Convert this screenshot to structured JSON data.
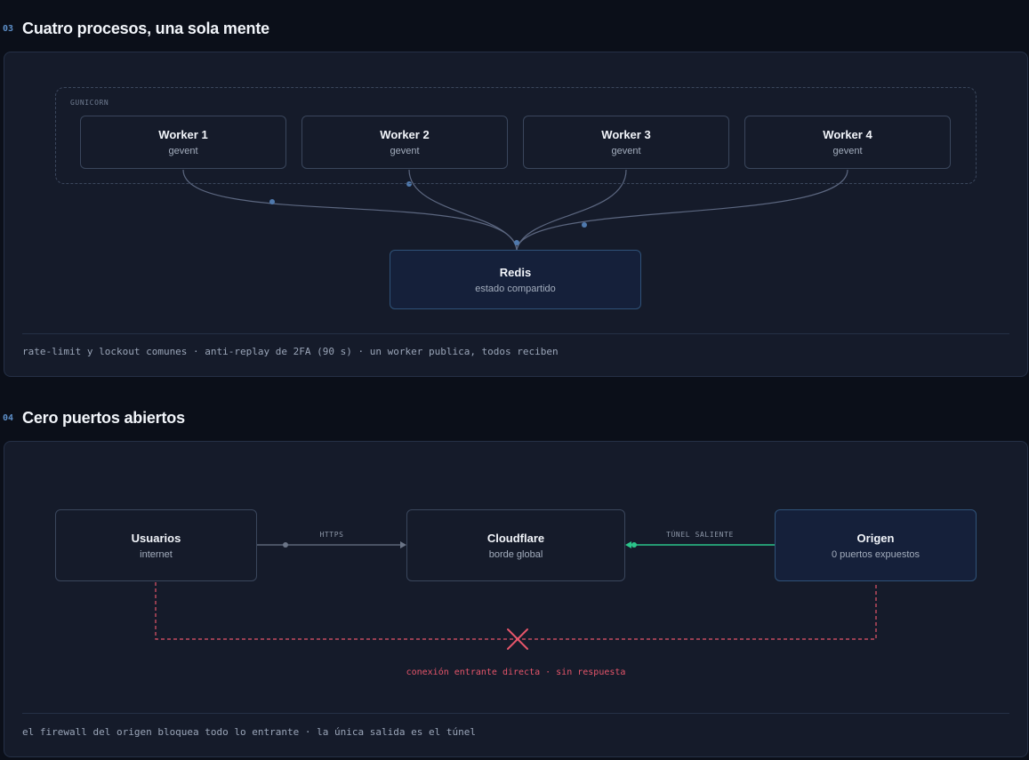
{
  "section1": {
    "number": "03",
    "title": "Cuatro procesos, una sola mente",
    "group_label": "GUNICORN",
    "workers": [
      {
        "title": "Worker 1",
        "subtitle": "gevent"
      },
      {
        "title": "Worker 2",
        "subtitle": "gevent"
      },
      {
        "title": "Worker 3",
        "subtitle": "gevent"
      },
      {
        "title": "Worker 4",
        "subtitle": "gevent"
      }
    ],
    "redis": {
      "title": "Redis",
      "subtitle": "estado compartido"
    },
    "footer": "rate-limit y lockout comunes · anti-replay de 2FA (90 s) · un worker publica, todos reciben"
  },
  "section2": {
    "number": "04",
    "title": "Cero puertos abiertos",
    "nodes": {
      "users": {
        "title": "Usuarios",
        "subtitle": "internet"
      },
      "cloudflare": {
        "title": "Cloudflare",
        "subtitle": "borde global"
      },
      "origin": {
        "title": "Origen",
        "subtitle": "0 puertos expuestos"
      }
    },
    "edge_https": "HTTPS",
    "edge_tunnel": "TÚNEL SALIENTE",
    "blocked_label": "conexión entrante directa · sin respuesta",
    "footer": "el firewall del origen bloquea todo lo entrante · la única salida es el túnel"
  },
  "colors": {
    "background": "#0b0f19",
    "panel": "#151b2a",
    "accent_blue": "#5d8fc9",
    "tunnel_green": "#2bc48a",
    "blocked_red": "#e5556a"
  }
}
